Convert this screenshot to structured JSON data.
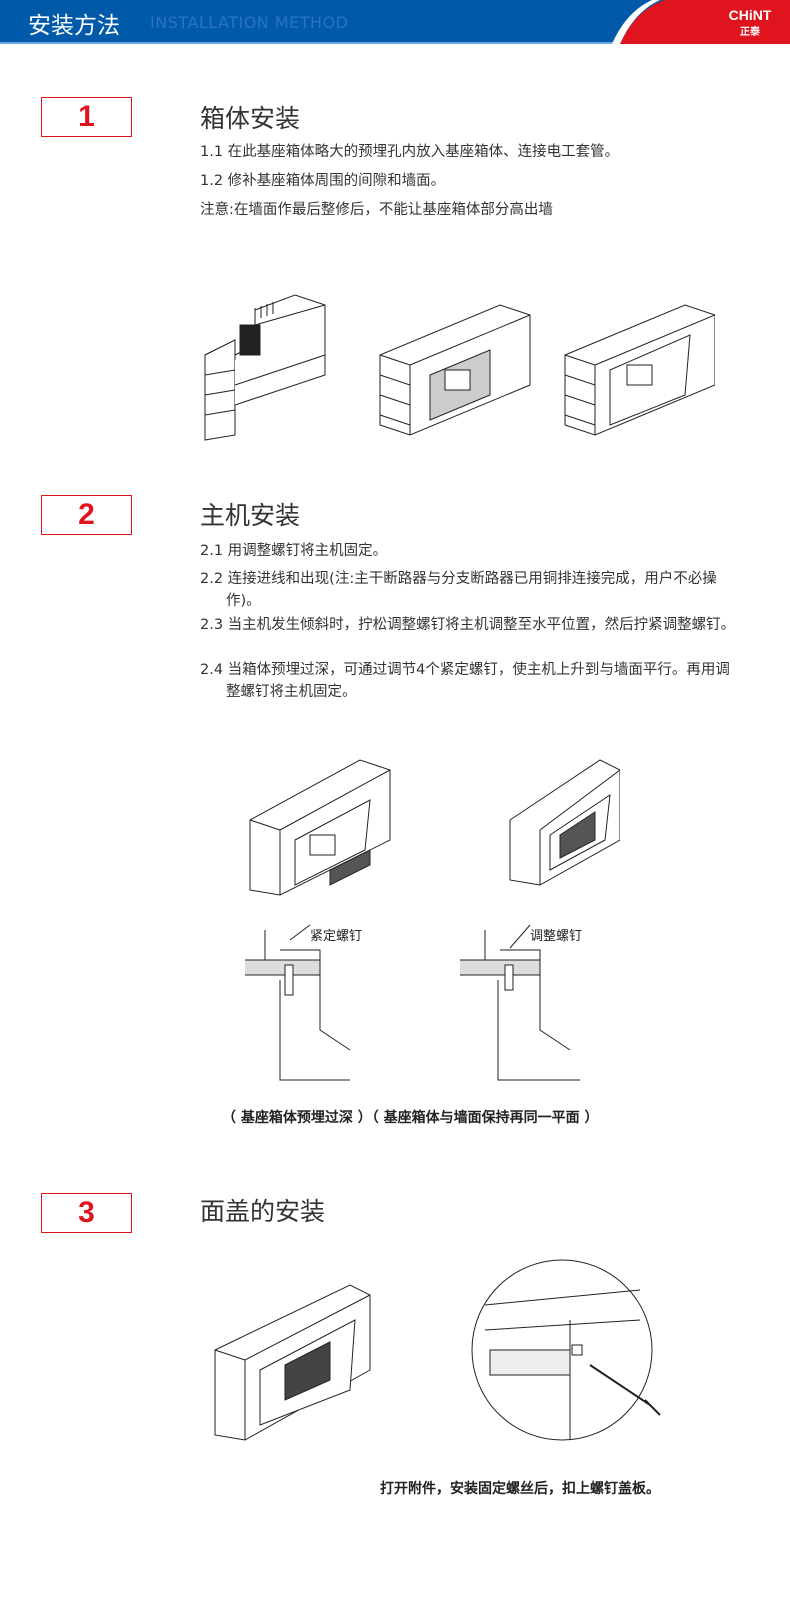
{
  "header": {
    "title": "安装方法",
    "subtitle": "INSTALLATION METHOD",
    "logo": "CHiNT",
    "logo_cn": "正泰",
    "colors": {
      "blue": "#0059a9",
      "red": "#e0141e"
    }
  },
  "sections": [
    {
      "number": "1",
      "title": "箱体安装",
      "lines": [
        "1.1 在此基座箱体略大的预埋孔内放入基座箱体、连接电工套管。",
        "1.2 修补基座箱体周围的间隙和墙面。",
        "注意:在墙面作最后整修后，不能让基座箱体部分高出墙"
      ]
    },
    {
      "number": "2",
      "title": "主机安装",
      "lines": [
        "2.1 用调整螺钉将主机固定。",
        "2.2 连接进线和出现(注:主干断路器与分支断路器已用铜排连接完成，用户不必操作)。",
        "2.3 当主机发生倾斜时，拧松调整螺钉将主机调整至水平位置，然后拧紧调整螺钉。",
        "2.4 当箱体预埋过深，可通过调节4个紧定螺钉，使主机上升到与墙面平行。再用调整螺钉将主机固定。"
      ],
      "label_left": "紧定螺钉",
      "label_right": "调整螺钉",
      "caption": "（ 基座箱体预埋过深 ）（ 基座箱体与墙面保持再同一平面 ）"
    },
    {
      "number": "3",
      "title": "面盖的安装",
      "caption": "打开附件，安装固定螺丝后，扣上螺钉盖板。"
    }
  ]
}
